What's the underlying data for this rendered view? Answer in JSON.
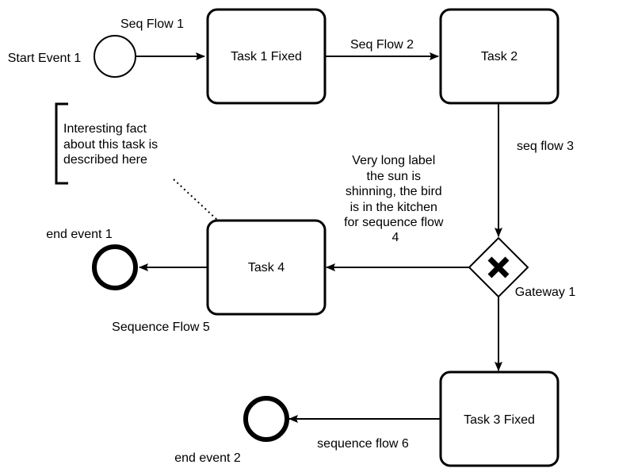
{
  "colors": {
    "stroke": "#000000",
    "fill": "#ffffff",
    "text": "#000000"
  },
  "events": {
    "start_event_1": "Start Event 1",
    "end_event_1": "end event 1",
    "end_event_2": "end event 2"
  },
  "tasks": {
    "task_1": "Task 1 Fixed",
    "task_2": "Task 2",
    "task_3": "Task 3 Fixed",
    "task_4": "Task 4"
  },
  "gateways": {
    "gateway_1": "Gateway 1",
    "gateway_1_marker": "x-icon"
  },
  "flows": {
    "seq_flow_1": "Seq Flow 1",
    "seq_flow_2": "Seq Flow 2",
    "seq_flow_3": "seq flow 3",
    "seq_flow_4": [
      "Very long label",
      "the sun is",
      "shinning, the bird",
      "is in the kitchen",
      "for sequence flow",
      "4"
    ],
    "seq_flow_5": "Sequence Flow 5",
    "seq_flow_6": "sequence flow 6"
  },
  "annotation": {
    "lines": [
      "Interesting fact",
      "about this task is",
      "described here"
    ]
  }
}
